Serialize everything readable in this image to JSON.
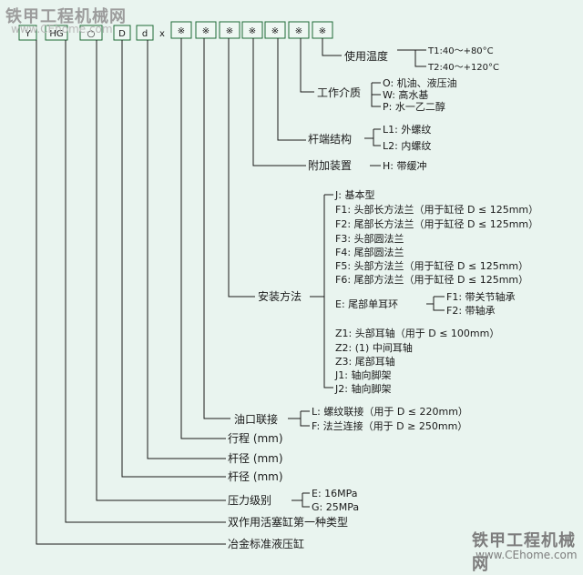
{
  "watermark": {
    "top_left": "铁甲工程机械网",
    "top_left_url": "www.CEhome.com",
    "bottom_right": "铁甲工程机械网",
    "bottom_right_url": "www.CEhome.com"
  },
  "code_boxes": [
    "Y",
    "HG",
    "○",
    "D",
    "d",
    "※",
    "※",
    "※",
    "※",
    "※",
    "※"
  ],
  "code_x": "x",
  "groups": {
    "temperature": {
      "label": "使用温度",
      "options": [
        "T1:40～+80°C",
        "T2:40～+120°C"
      ]
    },
    "medium": {
      "label": "工作介质",
      "options": [
        "O: 机油、液压油",
        "W: 高水基",
        "P: 水一乙二醇"
      ]
    },
    "rod_end": {
      "label": "杆端结构",
      "options": [
        "L1: 外螺纹",
        "L2: 内螺纹"
      ]
    },
    "accessory": {
      "label": "附加装置",
      "options": [
        "H: 带缓冲"
      ]
    },
    "mounting": {
      "label": "安装方法",
      "options": [
        "J: 基本型",
        "F1: 头部长方法兰（用于缸径 D ≤ 125mm）",
        "F2: 尾部长方法兰（用于缸径 D ≤ 125mm）",
        "F3: 头部圆法兰",
        "F4: 尾部圆法兰",
        "F5: 头部方法兰（用于缸径 D ≤ 125mm）",
        "F6: 尾部方法兰（用于缸径 D ≤ 125mm）",
        "E: 尾部单耳环",
        "Z1: 头部耳轴（用于 D ≤ 100mm）",
        "Z2: (1) 中间耳轴",
        "Z3: 尾部耳轴",
        "J1: 轴向脚架",
        "J2: 轴向脚架"
      ],
      "sub_options": [
        "F1: 带关节轴承",
        "F2: 带轴承"
      ]
    },
    "port": {
      "label": "油口联接",
      "options": [
        "L: 螺纹联接（用于 D ≤ 220mm）",
        "F: 法兰连接（用于 D ≥ 250mm）"
      ]
    },
    "stroke": {
      "label": "行程 (mm)"
    },
    "rod_dia": {
      "label": "杆径 (mm)"
    },
    "bore_dia": {
      "label": "杆径 (mm)"
    },
    "pressure": {
      "label": "压力级别",
      "options": [
        "E: 16MPa",
        "G: 25MPa"
      ]
    },
    "type": {
      "label": "双作用活塞缸第一种类型"
    },
    "standard": {
      "label": "冶金标准液压缸"
    }
  }
}
